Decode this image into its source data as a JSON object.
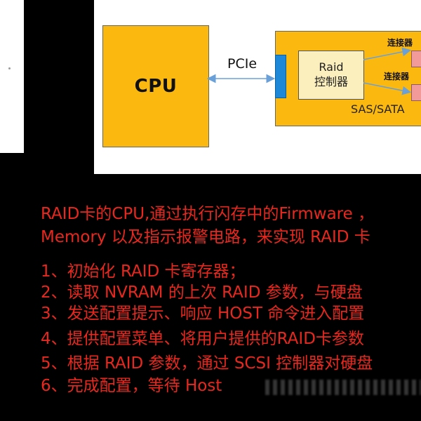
{
  "diagram": {
    "cpu_label": "CPU",
    "pcie_label": "PCIe",
    "raid_controller_line1": "Raid",
    "raid_controller_line2": "控制器",
    "connector1_label": "连接器",
    "connector2_label": "连接器",
    "interface_label": "SAS/SATA"
  },
  "text": {
    "para_line1": "RAID卡的CPU,通过执行闪存中的Firmware ，",
    "para_line2": "Memory 以及指示报警电路，来实现 RAID 卡",
    "items": [
      "1、初始化 RAID 卡寄存器；",
      "2、读取 NVRAM 的上次 RAID 参数，与硬盘",
      "3、发送配置提示、响应 HOST 命令进入配置",
      "4、提供配置菜单、将用户提供的RAID卡参数",
      "5、根据 RAID 参数，通过 SCSI 控制器对硬盘",
      "6、完成配置，等待 Host"
    ]
  },
  "colors": {
    "background": "#000000",
    "text_red": "#e8281e",
    "box_orange": "#fbb80f",
    "controller_fill": "#fbefbd",
    "port_blue": "#1e88d8",
    "connector_pink": "#f29a9a",
    "arrow_blue": "#6aa0d8"
  }
}
